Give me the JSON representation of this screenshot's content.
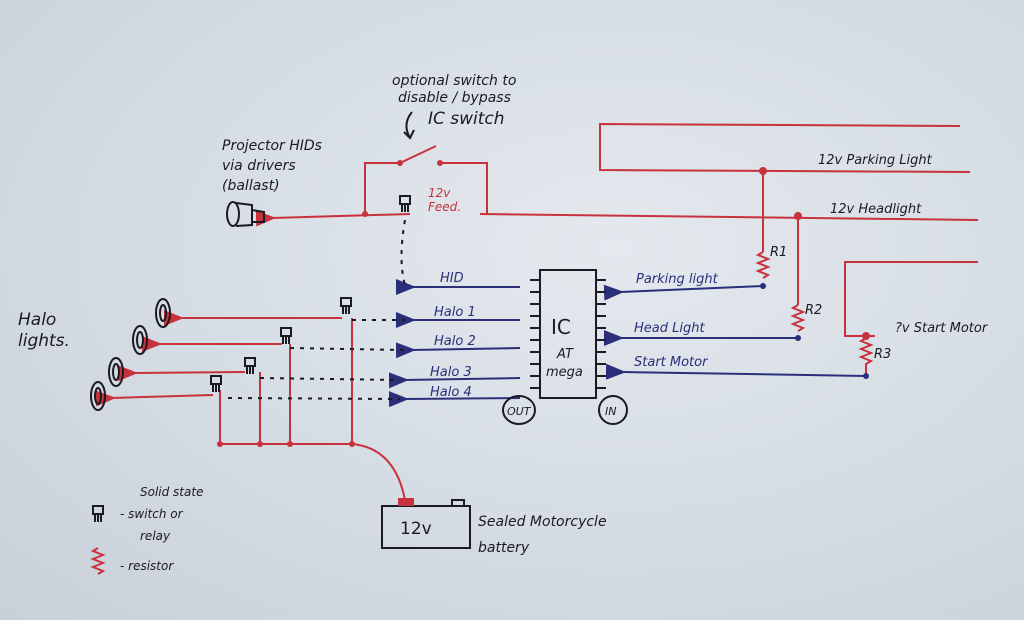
{
  "labels": {
    "optional_switch": [
      "optional switch to",
      "disable / bypass",
      "IC switch"
    ],
    "projector": [
      "Projector HIDs",
      "via drivers",
      "(ballast)"
    ],
    "feed": [
      "12v",
      "Feed."
    ],
    "parking_light": "12v Parking Light",
    "headlight": "12v Headlight",
    "start_motor": "?v Start Motor",
    "halo_lights": [
      "Halo",
      "lights."
    ],
    "r1": "R1",
    "r2": "R2",
    "r3": "R3",
    "ic_main": "IC",
    "ic_sub": [
      "AT",
      "mega"
    ],
    "out": "OUT",
    "in": "IN",
    "battery": "12v",
    "battery_desc": [
      "Sealed Motorcycle",
      "battery"
    ],
    "legend_switch": [
      "Solid state",
      "- switch or",
      "relay"
    ],
    "legend_resistor": "- resistor"
  },
  "outputs": [
    "HID",
    "Halo 1",
    "Halo 2",
    "Halo 3",
    "Halo 4"
  ],
  "inputs": [
    "Parking light",
    "Head Light",
    "Start Motor"
  ],
  "colors": {
    "red": "#c8323c",
    "blue": "#2b2f7a",
    "ink": "#1a1a22"
  }
}
